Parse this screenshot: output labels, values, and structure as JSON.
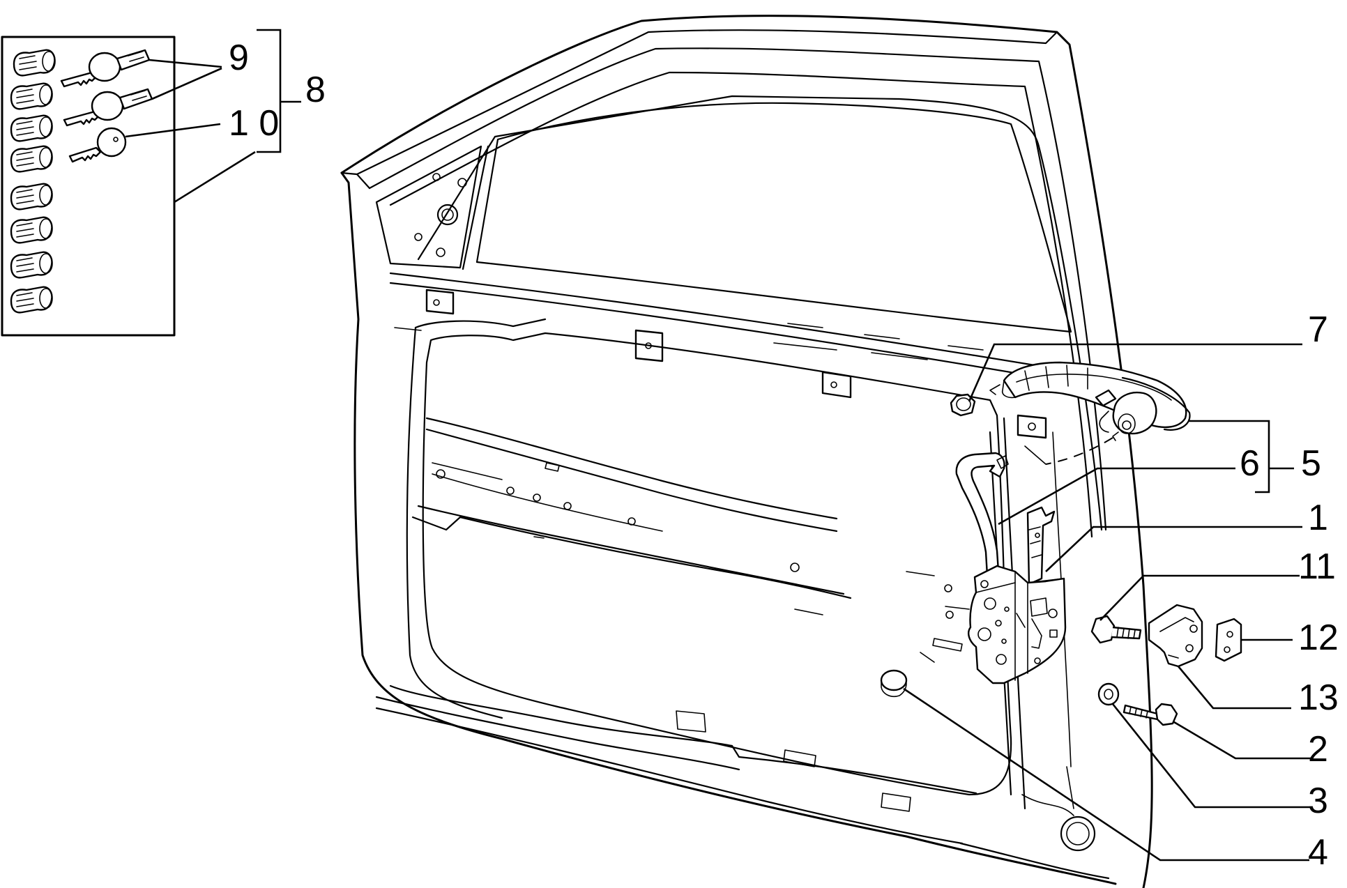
{
  "callouts": {
    "c1": "1",
    "c2": "2",
    "c3": "3",
    "c4": "4",
    "c5": "5",
    "c6": "6",
    "c7": "7",
    "c8": "8",
    "c9": "9",
    "c10": "1 0",
    "c11": "11",
    "c12": "12",
    "c13": "13"
  },
  "icons": {
    "inset": "lock-cylinder-kit-icon",
    "door": "front-door-shell-icon",
    "handle": "exterior-door-handle-icon",
    "latch": "door-lock-latch-icon",
    "rod": "control-rod-icon",
    "striker": "door-striker-icon"
  }
}
